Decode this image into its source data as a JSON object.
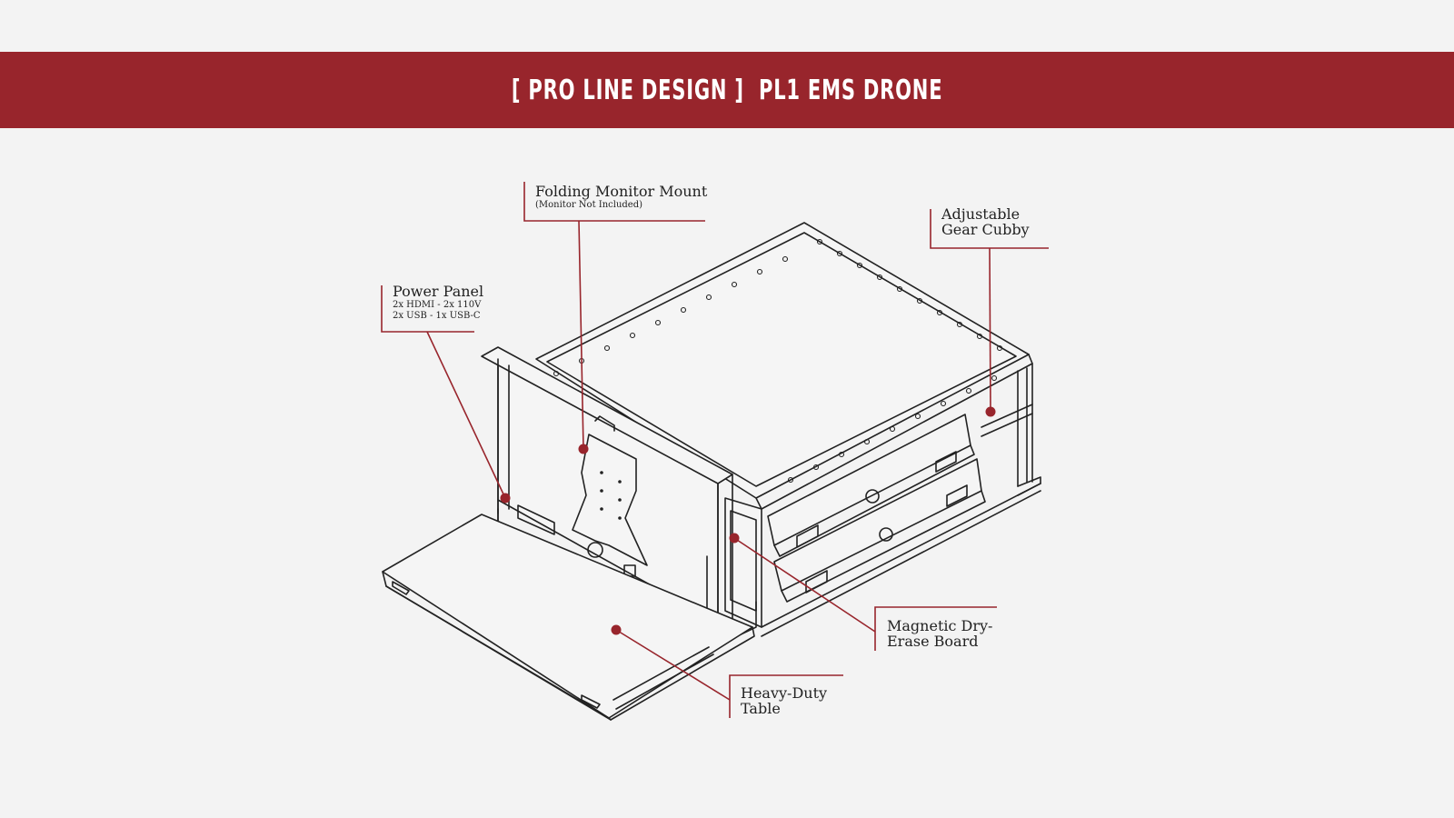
{
  "banner": {
    "title": "[ PRO LINE DESIGN ]  PL1 EMS DRONE",
    "background_color": "#98252c"
  },
  "accent_color": "#98252c",
  "callouts": {
    "folding_monitor_mount": {
      "title": "Folding Monitor Mount",
      "subtitle": "(Monitor Not Included)"
    },
    "power_panel": {
      "title": "Power Panel",
      "line1": "2x HDMI - 2x 110V",
      "line2": "2x USB - 1x USB-C"
    },
    "gear_cubby": {
      "line1": "Adjustable",
      "line2": "Gear Cubby"
    },
    "dry_erase_board": {
      "line1": "Magnetic Dry-",
      "line2": "Erase Board"
    },
    "table": {
      "line1": "Heavy-Duty",
      "line2": "Table"
    }
  }
}
